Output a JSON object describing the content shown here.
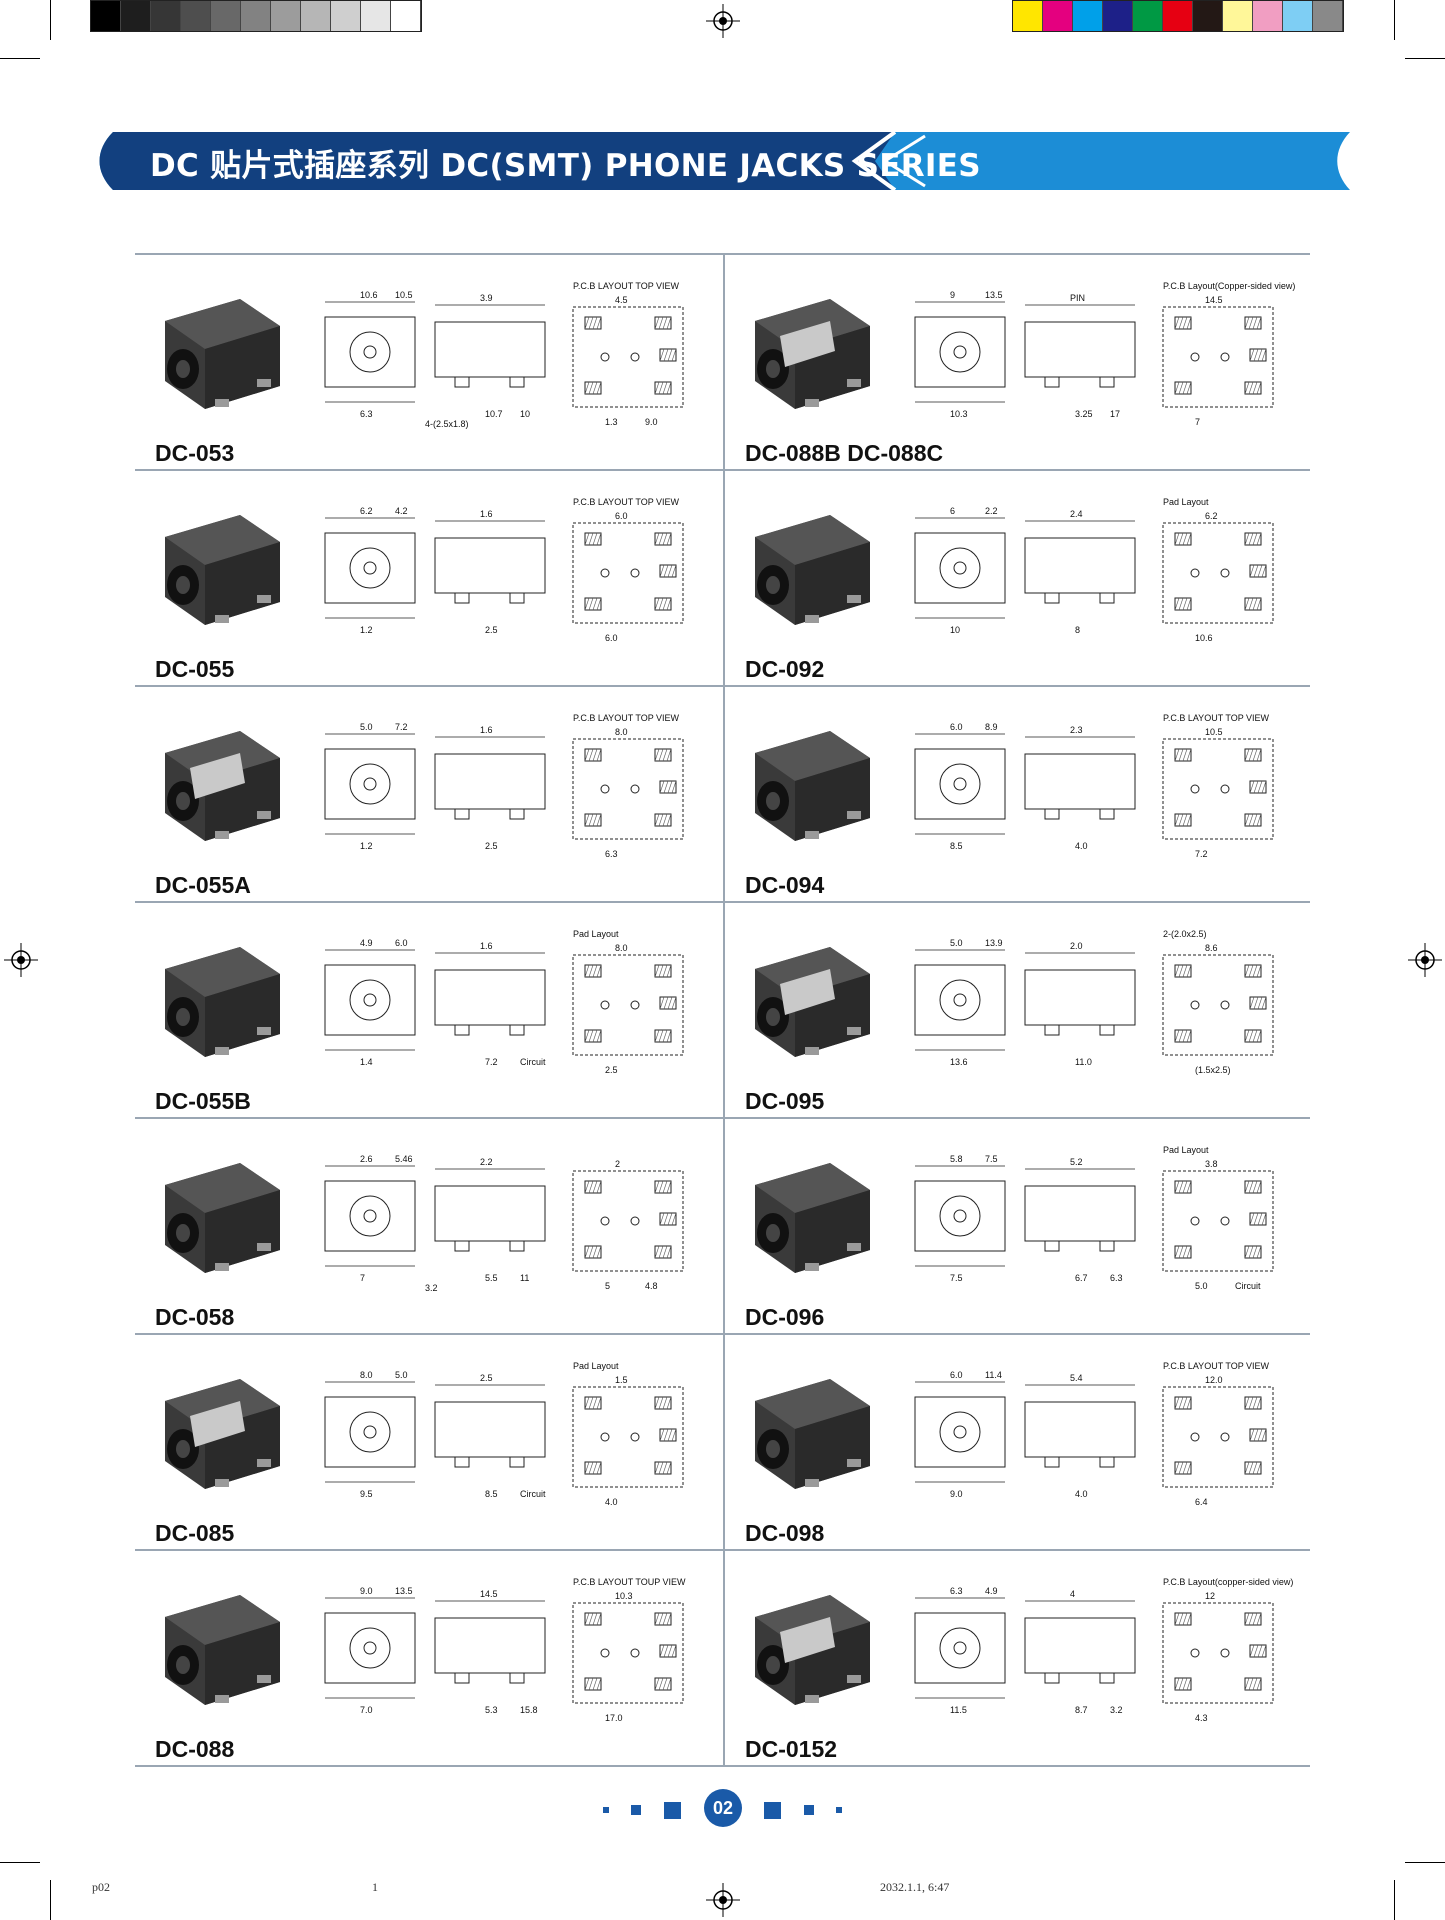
{
  "header": {
    "title": "DC 贴片式插座系列  DC(SMT) PHONE JACKS SERIES"
  },
  "colors": {
    "banner_dark": "#12407f",
    "banner_light": "#1c8dd6",
    "grid_line": "#9aa6b3",
    "gray_bar": [
      "#000000",
      "#1e1e1e",
      "#363636",
      "#4e4e4e",
      "#686868",
      "#828282",
      "#9c9c9c",
      "#b6b6b6",
      "#cfcfcf",
      "#e6e6e6",
      "#ffffff"
    ],
    "color_bar": [
      "#ffe600",
      "#e4007f",
      "#00a0e9",
      "#1d2088",
      "#009944",
      "#e60012",
      "#231815",
      "#fff799",
      "#f19ec2",
      "#7ecef4",
      "#898989"
    ]
  },
  "products": [
    {
      "model": "DC-053",
      "layout_label": "P.C.B LAYOUT  TOP VIEW",
      "dims": [
        "10.6",
        "3.9",
        "4.5",
        "6.3",
        "10.7",
        "1.3",
        "10.5",
        "10",
        "9.0",
        "4-(2.5x1.8)"
      ]
    },
    {
      "model": "DC-088B  DC-088C",
      "layout_label": "P.C.B Layout(Copper-sided view)",
      "dims": [
        "9",
        "PIN",
        "14.5",
        "10.3",
        "3.25",
        "7",
        "13.5",
        "17"
      ]
    },
    {
      "model": "DC-055",
      "layout_label": "P.C.B LAYOUT  TOP VIEW",
      "dims": [
        "6.2",
        "1.6",
        "6.0",
        "1.2",
        "2.5",
        "6.0",
        "4.2"
      ]
    },
    {
      "model": "DC-092",
      "layout_label": "Pad Layout",
      "dims": [
        "6",
        "2.4",
        "6.2",
        "10",
        "8",
        "10.6",
        "2.2"
      ]
    },
    {
      "model": "DC-055A",
      "layout_label": "P.C.B LAYOUT  TOP VIEW",
      "dims": [
        "5.0",
        "1.6",
        "8.0",
        "1.2",
        "2.5",
        "6.3",
        "7.2"
      ]
    },
    {
      "model": "DC-094",
      "layout_label": "P.C.B LAYOUT TOP VIEW",
      "dims": [
        "6.0",
        "2.3",
        "10.5",
        "8.5",
        "4.0",
        "7.2",
        "8.9"
      ]
    },
    {
      "model": "DC-055B",
      "layout_label": "Pad Layout",
      "dims": [
        "4.9",
        "1.6",
        "8.0",
        "1.4",
        "7.2",
        "2.5",
        "6.0",
        "Circuit"
      ]
    },
    {
      "model": "DC-095",
      "layout_label": "2-(2.0x2.5)",
      "dims": [
        "5.0",
        "2.0",
        "8.6",
        "13.6",
        "11.0",
        "(1.5x2.5)",
        "13.9"
      ]
    },
    {
      "model": "DC-058",
      "layout_label": "",
      "dims": [
        "2.6",
        "2.2",
        "2",
        "7",
        "5.5",
        "5",
        "5.46",
        "11",
        "4.8",
        "3.2"
      ]
    },
    {
      "model": "DC-096",
      "layout_label": "Pad Layout",
      "dims": [
        "5.8",
        "5.2",
        "3.8",
        "7.5",
        "6.7",
        "5.0",
        "7.5",
        "6.3",
        "Circuit"
      ]
    },
    {
      "model": "DC-085",
      "layout_label": "Pad Layout",
      "dims": [
        "8.0",
        "2.5",
        "1.5",
        "9.5",
        "8.5",
        "4.0",
        "5.0",
        "Circuit"
      ]
    },
    {
      "model": "DC-098",
      "layout_label": "P.C.B LAYOUT  TOP VIEW",
      "dims": [
        "6.0",
        "5.4",
        "12.0",
        "9.0",
        "4.0",
        "6.4",
        "11.4"
      ]
    },
    {
      "model": "DC-088",
      "layout_label": "P.C.B LAYOUT TOUP VIEW",
      "dims": [
        "9.0",
        "14.5",
        "10.3",
        "7.0",
        "5.3",
        "17.0",
        "13.5",
        "15.8"
      ]
    },
    {
      "model": "DC-0152",
      "layout_label": "P.C.B Layout(copper-sided view)",
      "dims": [
        "6.3",
        "4",
        "12",
        "11.5",
        "8.7",
        "4.3",
        "4.9",
        "3.2"
      ]
    }
  ],
  "footer": {
    "page_number": "02",
    "code": "p02",
    "sheet": "1",
    "timestamp": "2032.1.1, 6:47"
  }
}
